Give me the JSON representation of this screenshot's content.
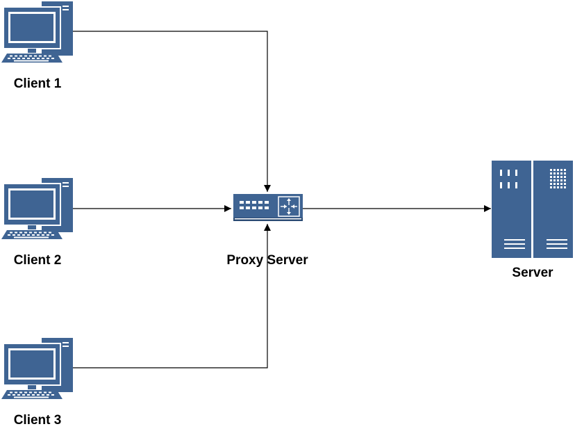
{
  "colors": {
    "device_fill": "#3f6493",
    "device_dark": "#2a4a73",
    "detail": "#ffffff",
    "connector": "#000000"
  },
  "nodes": {
    "client1": {
      "label": "Client 1",
      "icon": "desktop-computer-icon"
    },
    "client2": {
      "label": "Client 2",
      "icon": "desktop-computer-icon"
    },
    "client3": {
      "label": "Client 3",
      "icon": "desktop-computer-icon"
    },
    "proxy": {
      "label": "Proxy Server",
      "icon": "switch-router-icon"
    },
    "server": {
      "label": "Server",
      "icon": "server-rack-icon"
    }
  },
  "edges": [
    {
      "from": "Client 1",
      "to": "Proxy Server"
    },
    {
      "from": "Client 2",
      "to": "Proxy Server"
    },
    {
      "from": "Client 3",
      "to": "Proxy Server"
    },
    {
      "from": "Proxy Server",
      "to": "Server"
    }
  ]
}
